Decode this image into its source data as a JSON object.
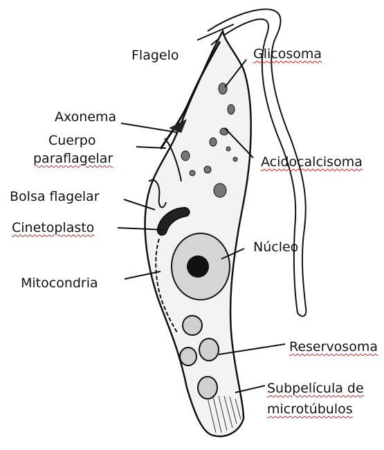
{
  "labels": {
    "flagelo": "Flagelo",
    "glicosoma": "Glicosoma",
    "axonema": "Axonema",
    "cuerpo_line1": "Cuerpo",
    "cuerpo_line2": "paraflagelar",
    "acidocalcisoma": "Acidocalcisoma",
    "bolsa_flagelar": "Bolsa flagelar",
    "cinetoplasto": "Cinetoplasto",
    "nucleo": "Núcleo",
    "mitocondria": "Mitocondria",
    "reservosoma": "Reservosoma",
    "subpelicula_line1": "Subpelícula de",
    "subpelicula_line2": "microtúbulos"
  },
  "colors": {
    "ink": "#111111",
    "cell_fill": "#f3f3f3",
    "spellcheck_underline": "#d02020"
  }
}
